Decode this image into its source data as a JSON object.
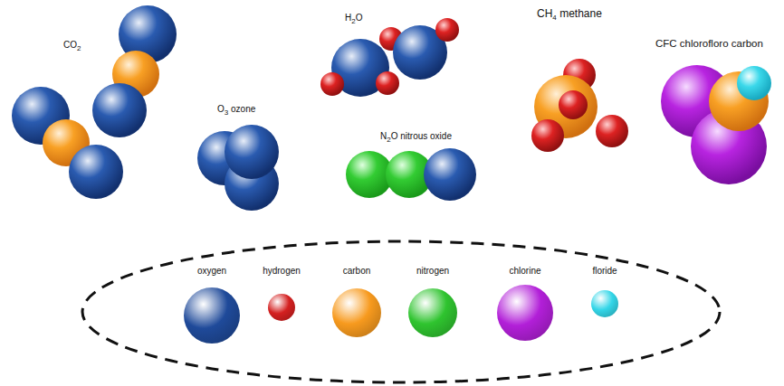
{
  "diagram": {
    "labels": [
      "CO2",
      "O3 ozone",
      "H2O",
      "N2O nitrous oxide",
      "CH4 methane",
      "CFC chlorofloro carbon"
    ],
    "legend": [
      {
        "text": "oxygen",
        "color": "#1f4a9a"
      },
      {
        "text": "hydrogen",
        "color": "#d42020"
      },
      {
        "text": "carbon",
        "color": "#f79a1e"
      },
      {
        "text": "nitrogen",
        "color": "#2fc42f"
      },
      {
        "text": "chlorine",
        "color": "#b21fd8"
      },
      {
        "text": "floride",
        "color": "#34d6e8"
      }
    ]
  }
}
